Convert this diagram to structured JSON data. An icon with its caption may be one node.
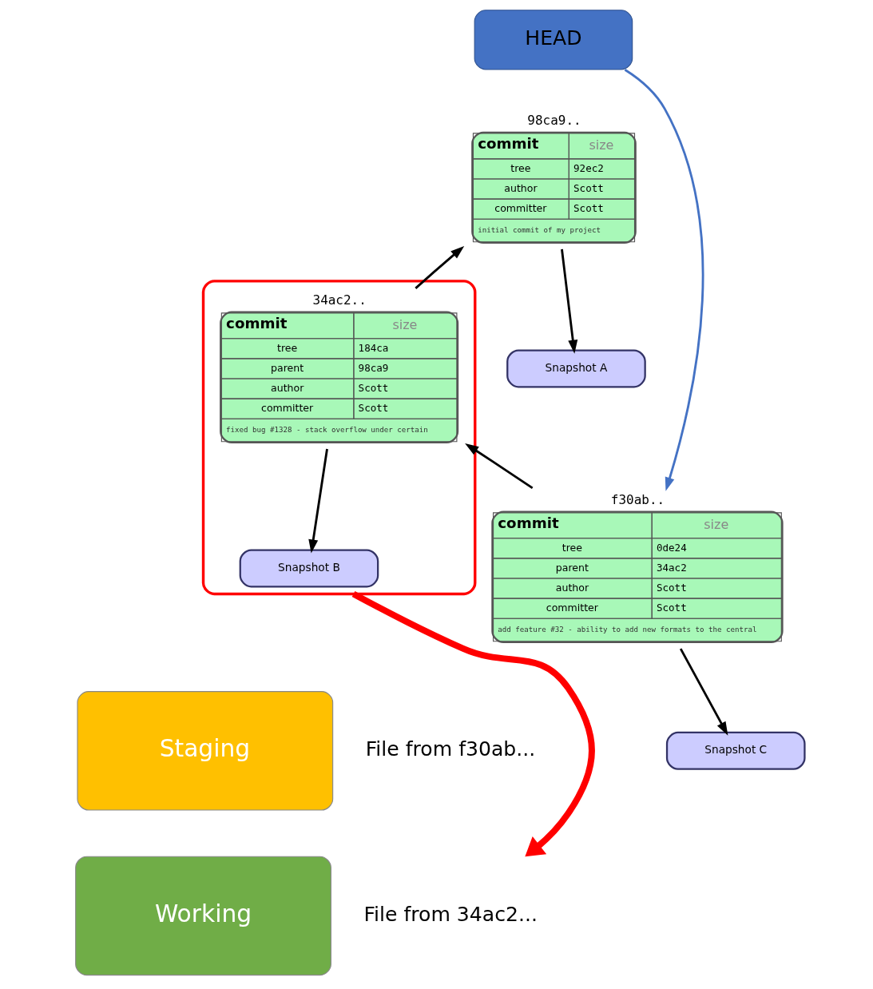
{
  "diagram": {
    "nodes": [
      {
        "text": [
          "HEAD"
        ]
      },
      {
        "text": [
          "98ca9..",
          "commit",
          "size",
          "tree",
          "92ec2",
          "author",
          "Scott",
          "committer",
          "Scott",
          "initial commit of my project"
        ]
      },
      {
        "text": [],
        "shape": "ellipse"
      },
      {
        "text": [
          "34ac2..",
          "commit",
          "size",
          "tree",
          "184ca",
          "parent",
          "98ca9",
          "author",
          "Scott",
          "committer",
          "Scott",
          "fixed bug #1328 - stack overflow under certain"
        ],
        "in": 2
      },
      {
        "text": [
          "f30ab..",
          "commit",
          "size",
          "tree",
          "0de24",
          "parent",
          "34ac2",
          "author",
          "Scott",
          "committer",
          "Scott",
          "add feature #32 - ability to add new formats to the central"
        ]
      },
      {
        "text": [
          "Snapshot A"
        ]
      },
      {
        "text": [
          "Snapshot B"
        ],
        "in": 2
      },
      {
        "text": [
          "Snapshot C"
        ]
      },
      {
        "text": [
          "Staging"
        ],
        "beside": [
          "File from f30ab..."
        ]
      },
      {
        "text": [
          "Working"
        ],
        "beside": [
          "File from 34ac2..."
        ]
      }
    ],
    "edges": [
      {
        "from": 0,
        "to": 4,
        "arrow": "to",
        "color": "#4472c4"
      },
      {
        "from": 4,
        "to": 3,
        "arrow": "to"
      },
      {
        "from": 3,
        "to": 1,
        "arrow": "to"
      },
      {
        "from": 1,
        "to": 5,
        "arrow": "to"
      },
      {
        "from": 3,
        "to": 6,
        "arrow": "to"
      },
      {
        "from": 4,
        "to": 7,
        "arrow": "to"
      },
      {
        "from": 2,
        "to": 9,
        "arrow": "to",
        "style": "thick",
        "color": "#ff0000"
      }
    ]
  }
}
